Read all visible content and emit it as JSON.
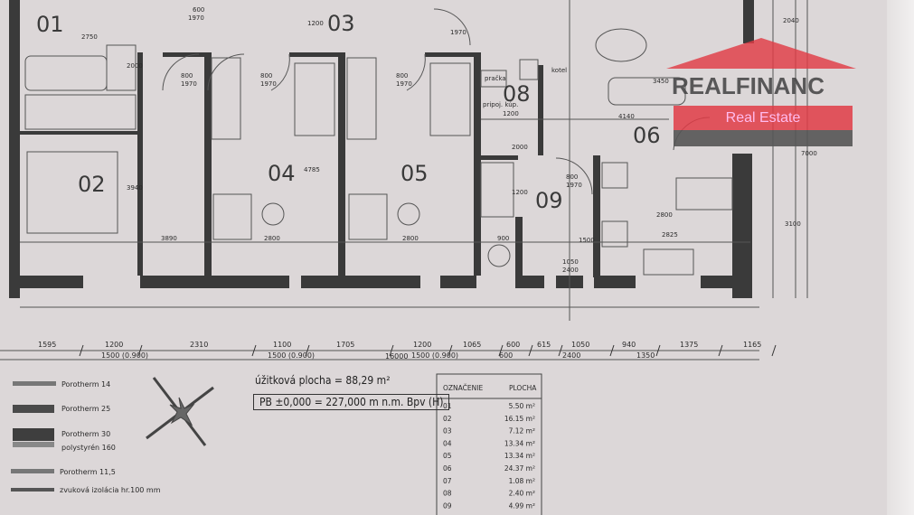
{
  "rooms": [
    "01",
    "02",
    "03",
    "04",
    "05",
    "06",
    "08",
    "09"
  ],
  "room_labels_small": {
    "pradlo": "pračka",
    "kotel": "kotel",
    "prepare": "pripoj. kúp."
  },
  "plan_dims": {
    "d2750": "2750",
    "d600_1970a": "600",
    "d1970a": "1970",
    "d1200a": "1200",
    "d1970b": "1970",
    "d2000": "2000",
    "d800a": "800",
    "d1970c": "1970",
    "d800b": "800",
    "d1970d": "1970",
    "d800c": "800",
    "d1970e": "1970",
    "d3940": "3940",
    "d4785": "4785",
    "d3890": "3890",
    "d2800a": "2800",
    "d2800b": "2800",
    "d4140": "4140",
    "d3450": "3450",
    "d1200b": "1200",
    "d2000b": "2000",
    "d800d": "800",
    "d1970f": "1970",
    "d1200c": "1200",
    "d900": "900",
    "d1500": "1500",
    "d1050": "1050",
    "d2400": "2400",
    "d2800c": "2800",
    "d2825": "2825",
    "d2040": "2040",
    "d7000": "7000",
    "d3100": "3100"
  },
  "bottom_dims_top": [
    "1595",
    "1200",
    "2310",
    "1100",
    "1705",
    "1200",
    "1065",
    "600",
    "615",
    "1050",
    "940",
    "1375",
    "1165"
  ],
  "bottom_dims_below": [
    "1500 (0.900)",
    "1500 (0.900)",
    "16000",
    "1500 (0.900)",
    "600",
    "2400",
    "1350"
  ],
  "legend": [
    {
      "label": "Porotherm 14"
    },
    {
      "label": "Porotherm 25"
    },
    {
      "label": "Porotherm 30"
    },
    {
      "label": "polystyrén 160"
    },
    {
      "label": "Porotherm 11,5"
    },
    {
      "label": "zvuková izolácia hr.100 mm"
    }
  ],
  "summary": {
    "usable_area": "úžitková plocha  = 88,29  m²",
    "elevation": "PB ±0,000 = 227,000 m n.m. Bpv (H)"
  },
  "area_table": {
    "headers": [
      "OZNAČENIE",
      "PLOCHA"
    ],
    "rows": [
      [
        "01",
        "5.50 m²"
      ],
      [
        "02",
        "16.15 m²"
      ],
      [
        "03",
        "7.12 m²"
      ],
      [
        "04",
        "13.34 m²"
      ],
      [
        "05",
        "13.34 m²"
      ],
      [
        "06",
        "24.37 m²"
      ],
      [
        "07",
        "1.08 m²"
      ],
      [
        "08",
        "2.40 m²"
      ],
      [
        "09",
        "4.99 m²"
      ]
    ]
  },
  "logo": {
    "name": "REALFINANC",
    "tagline": "Real Estate"
  },
  "colors": {
    "background": "#dcd7d8",
    "walls": "#3a3a3a",
    "logo_red": "#e13c46",
    "logo_grey": "#555555"
  }
}
